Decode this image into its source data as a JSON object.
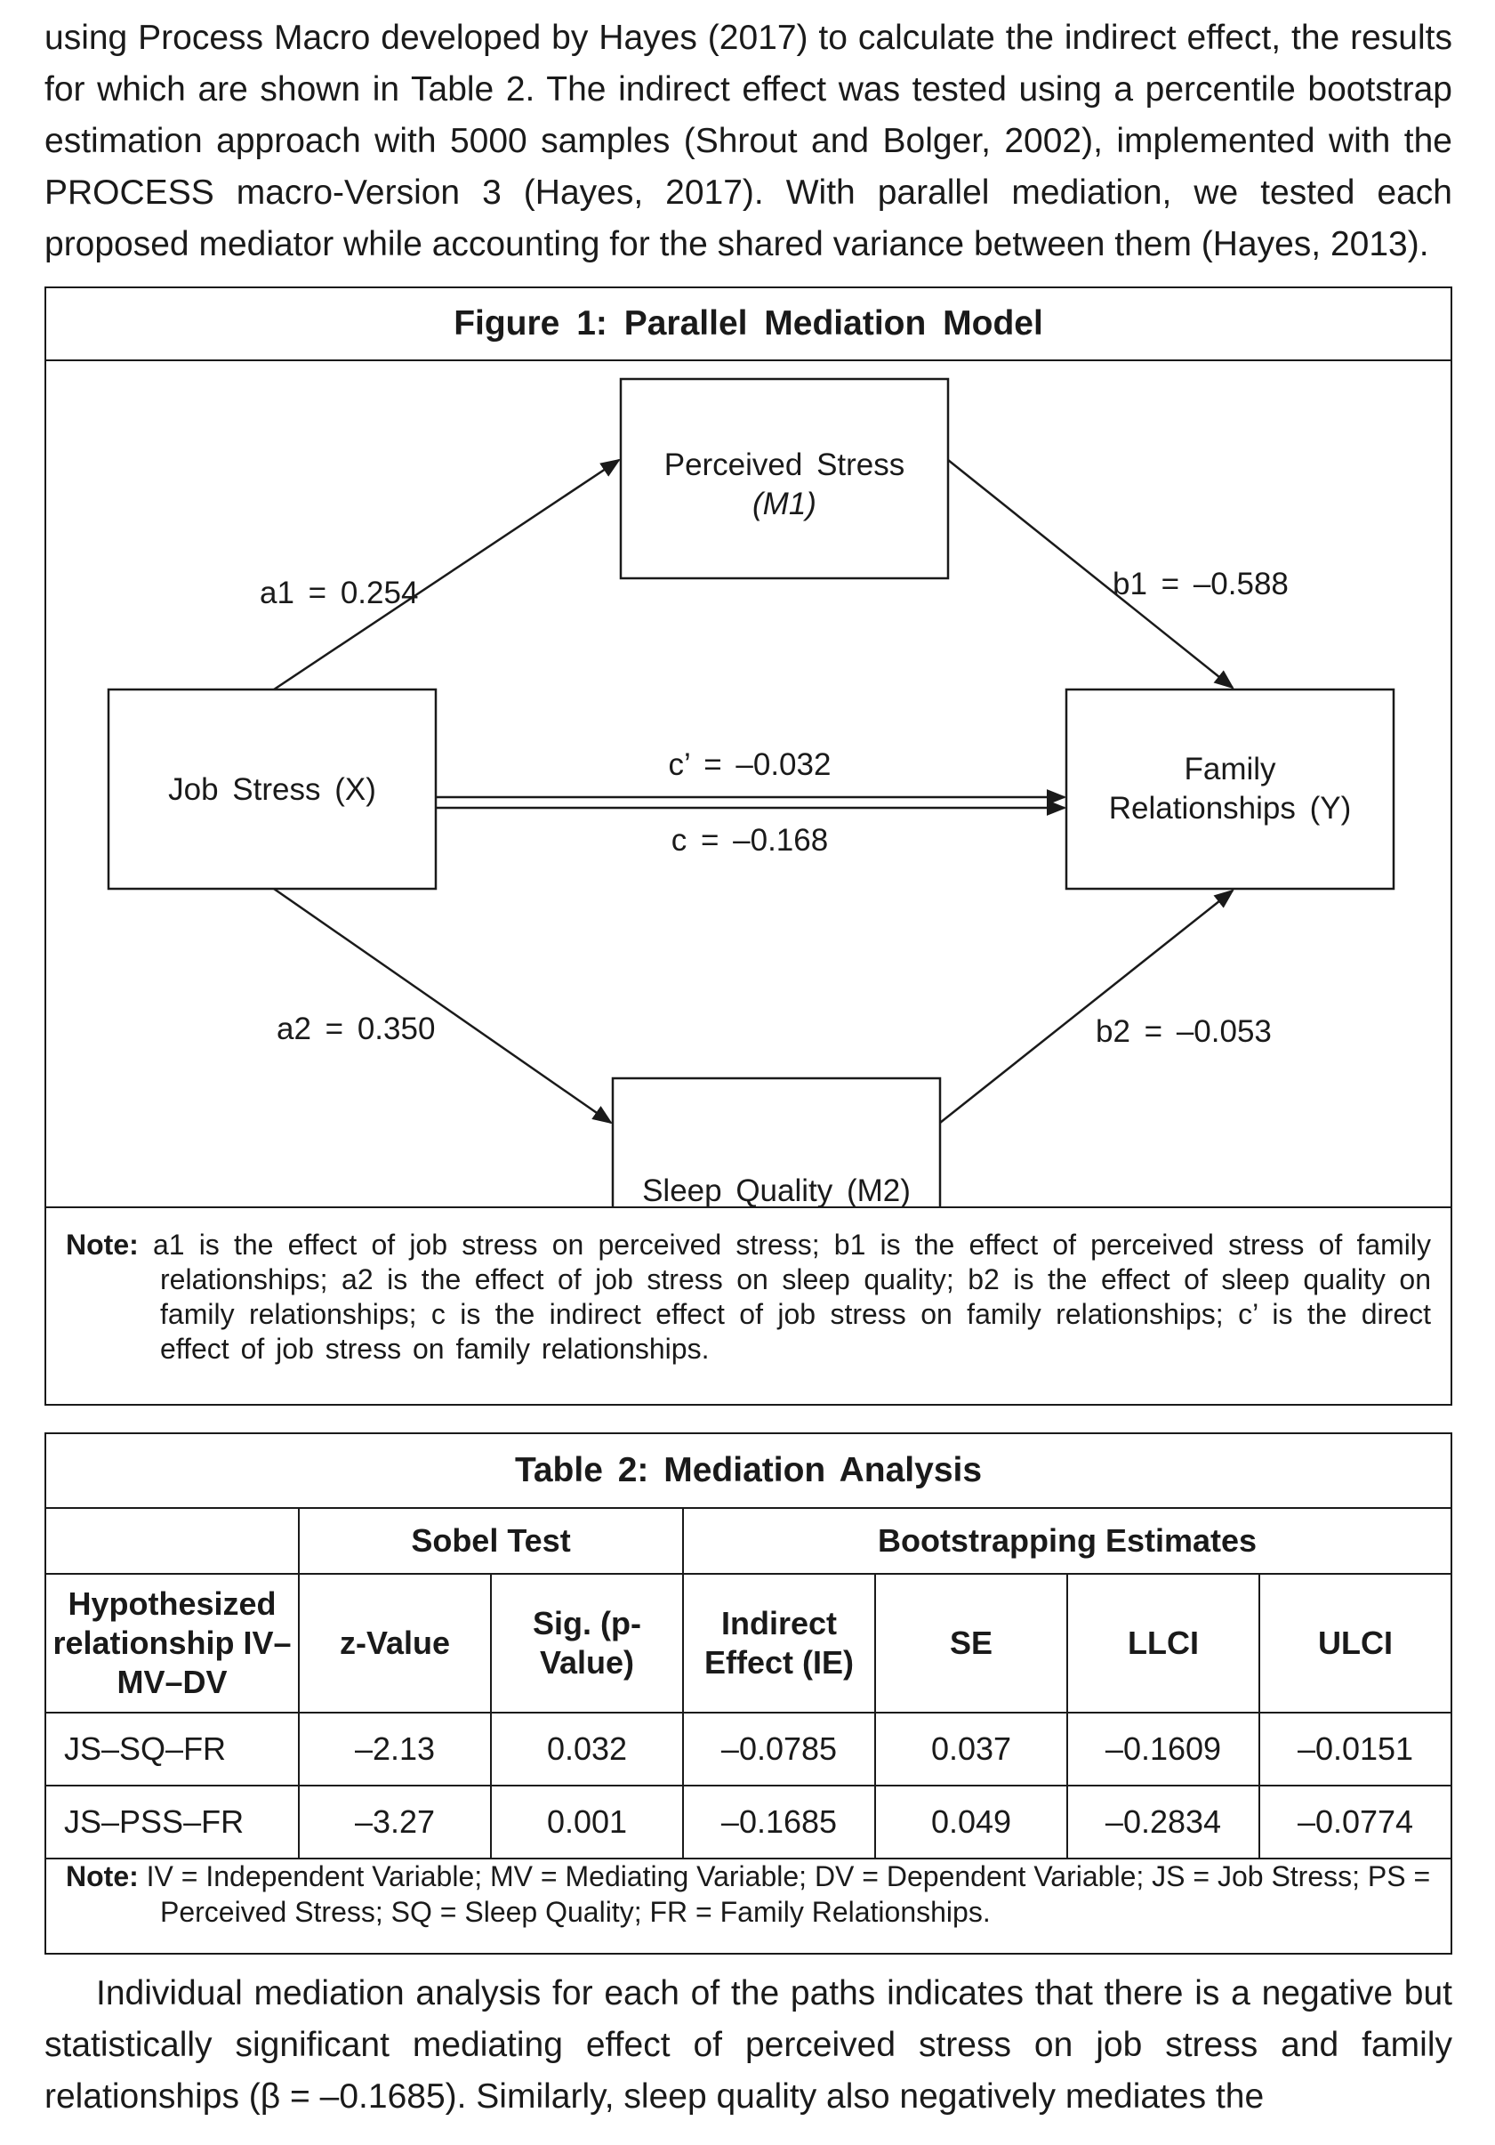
{
  "paragraph_top": "using Process Macro developed by Hayes (2017) to calculate the indirect effect, the results for which are shown in Table 2. The indirect effect was tested using a percentile bootstrap estimation approach with 5000 samples (Shrout and Bolger, 2002), implemented with the PROCESS macro-Version 3 (Hayes, 2017). With parallel mediation, we tested each proposed mediator while accounting for the shared variance between them (Hayes, 2013).",
  "figure": {
    "title": "Figure 1: Parallel Mediation Model",
    "nodes": {
      "m1_line1": "Perceived Stress",
      "m1_line2": "(M1)",
      "x_label": "Job Stress (X)",
      "y_line1": "Family",
      "y_line2": "Relationships (Y)",
      "m2_label": "Sleep Quality (M2)"
    },
    "paths": {
      "a1": "a1 = 0.254",
      "b1": "b1 = –0.588",
      "c_prime": "c’ = –0.032",
      "c": "c = –0.168",
      "a2": "a2 = 0.350",
      "b2": "b2 = –0.053"
    },
    "note_label": "Note:",
    "note_text": "a1 is the effect of job stress on perceived stress; b1 is the effect of perceived stress of family relationships; a2 is the effect of job stress on sleep quality; b2 is the effect of sleep quality on family relationships; c is the indirect effect of job stress on family relationships; c’ is the direct effect of job stress on family relationships."
  },
  "table": {
    "title": "Table 2: Mediation Analysis",
    "group_sobel": "Sobel Test",
    "group_boot": "Bootstrapping Estimates",
    "headers": {
      "rel": "Hypothesized relationship IV–MV–DV",
      "z": "z-Value",
      "sig": "Sig. (p-Value)",
      "ie": "Indirect Effect (IE)",
      "se": "SE",
      "llci": "LLCI",
      "ulci": "ULCI"
    },
    "rows": [
      {
        "rel": "JS–SQ–FR",
        "z": "–2.13",
        "sig": "0.032",
        "ie": "–0.0785",
        "se": "0.037",
        "llci": "–0.1609",
        "ulci": "–0.0151"
      },
      {
        "rel": "JS–PSS–FR",
        "z": "–3.27",
        "sig": "0.001",
        "ie": "–0.1685",
        "se": "0.049",
        "llci": "–0.2834",
        "ulci": "–0.0774"
      }
    ],
    "note_label": "Note:",
    "note_text": "IV = Independent Variable; MV = Mediating Variable; DV = Dependent Variable; JS = Job Stress; PS = Perceived Stress; SQ = Sleep Quality; FR = Family Relationships."
  },
  "paragraph_bottom": "Individual mediation analysis for each of the paths indicates that there is a negative but statistically significant mediating effect of perceived stress on job stress and family relationships (β = –0.1685). Similarly, sleep quality also negatively mediates the"
}
